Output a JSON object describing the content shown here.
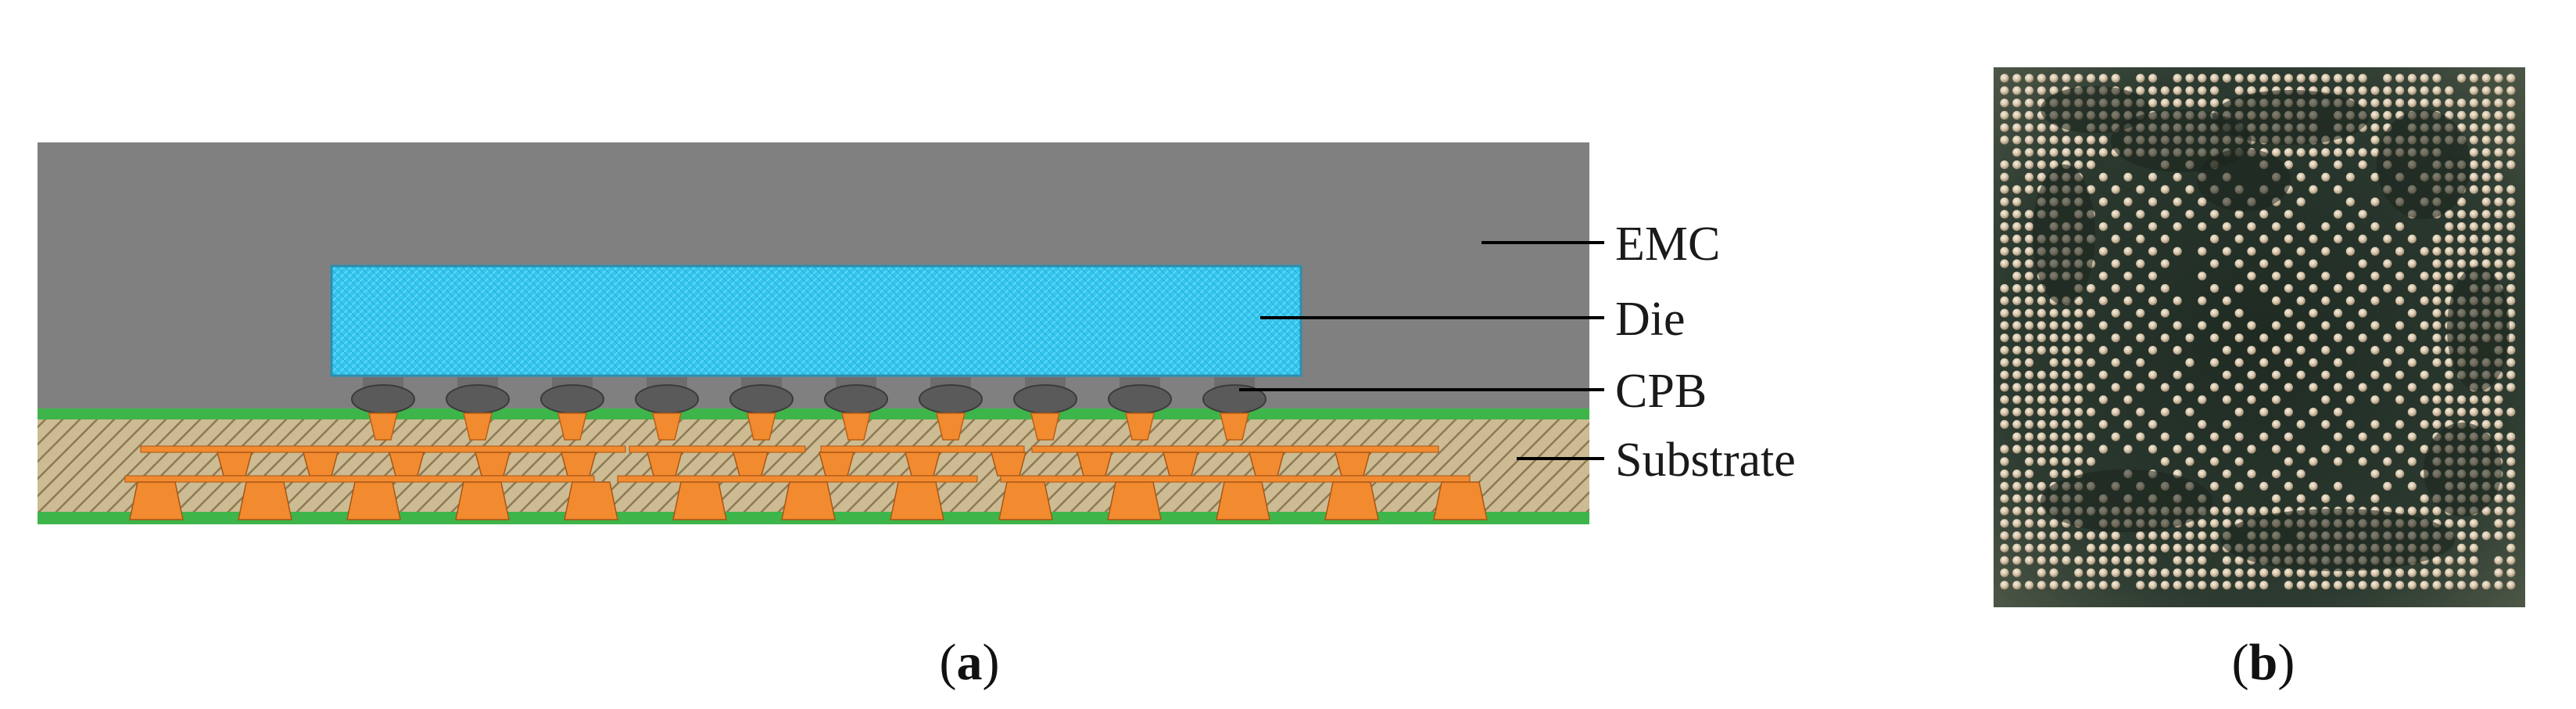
{
  "panel_a": {
    "labels": {
      "emc": "EMC",
      "die": "Die",
      "cpb": "CPB",
      "substrate": "Substrate"
    },
    "caption": {
      "open": "(",
      "letter": "a",
      "close": ")"
    },
    "colors": {
      "emc": "#808080",
      "die": "#35c6ee",
      "cpb": "#5a5a5a",
      "substrate": "#c8b48c",
      "solder_mask": "#3db54a",
      "copper": "#f28a30"
    },
    "bump_count": 10
  },
  "panel_b": {
    "caption": {
      "open": "(",
      "letter": "b",
      "close": ")"
    },
    "description_icon": "ball-grid-array-photo"
  }
}
